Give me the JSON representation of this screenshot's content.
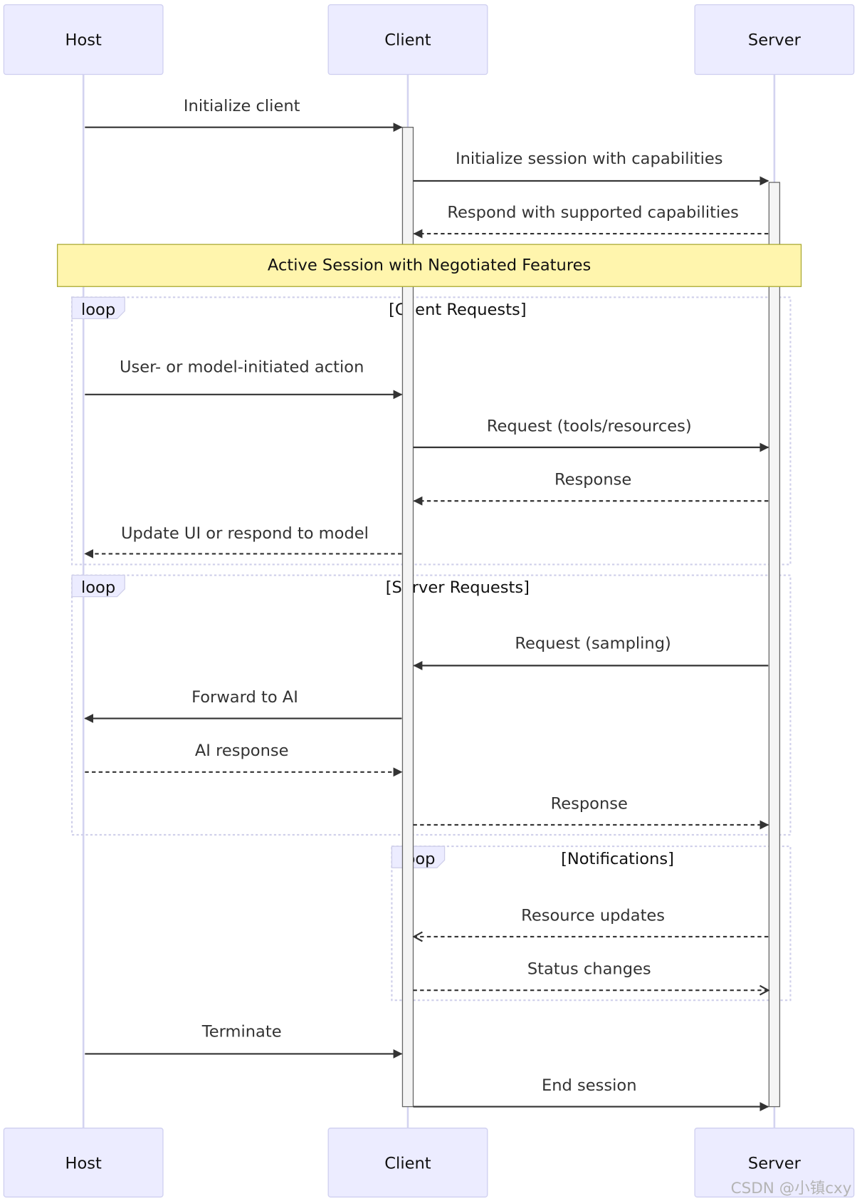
{
  "participants": [
    {
      "id": "host",
      "label": "Host"
    },
    {
      "id": "client",
      "label": "Client"
    },
    {
      "id": "server",
      "label": "Server"
    }
  ],
  "messages": [
    {
      "label": "Initialize client",
      "from": "host",
      "to": "client",
      "style": "solid"
    },
    {
      "label": "Initialize session with capabilities",
      "from": "client",
      "to": "server",
      "style": "solid"
    },
    {
      "label": "Respond with supported capabilities",
      "from": "server",
      "to": "client",
      "style": "dashed"
    },
    {
      "label": "User- or model-initiated action",
      "from": "host",
      "to": "client",
      "style": "solid"
    },
    {
      "label": "Request (tools/resources)",
      "from": "client",
      "to": "server",
      "style": "solid"
    },
    {
      "label": "Response",
      "from": "server",
      "to": "client",
      "style": "dashed"
    },
    {
      "label": "Update UI or respond to model",
      "from": "client",
      "to": "host",
      "style": "dashed"
    },
    {
      "label": "Request (sampling)",
      "from": "server",
      "to": "client",
      "style": "solid"
    },
    {
      "label": "Forward to AI",
      "from": "client",
      "to": "host",
      "style": "solid"
    },
    {
      "label": "AI response",
      "from": "host",
      "to": "client",
      "style": "dashed"
    },
    {
      "label": "Response",
      "from": "client",
      "to": "server",
      "style": "dashed"
    },
    {
      "label": "Resource updates",
      "from": "server",
      "to": "client",
      "style": "dashed-async"
    },
    {
      "label": "Status changes",
      "from": "client",
      "to": "server",
      "style": "dashed-async"
    },
    {
      "label": "Terminate",
      "from": "host",
      "to": "client",
      "style": "solid"
    },
    {
      "label": "End session",
      "from": "client",
      "to": "server",
      "style": "solid"
    }
  ],
  "note": {
    "text": "Active Session with Negotiated Features"
  },
  "loops": [
    {
      "keyword": "loop",
      "condition": "[Client Requests]"
    },
    {
      "keyword": "loop",
      "condition": "[Server Requests]"
    },
    {
      "keyword": "loop",
      "condition": "[Notifications]"
    }
  ],
  "watermark": "CSDN @小镇cxy",
  "colors": {
    "actor_fill": "#ececff",
    "lifeline": "#d3d3f0",
    "note_fill": "#fff5ad",
    "arrow": "#333333",
    "loop_border": "#cfcfea"
  }
}
